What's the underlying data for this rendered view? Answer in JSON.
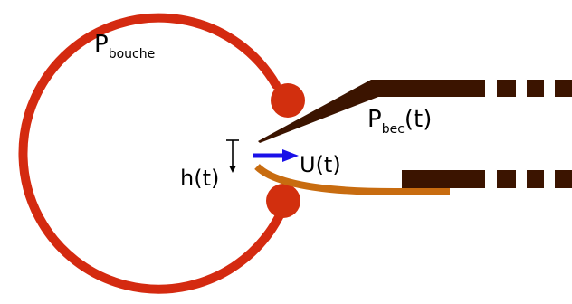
{
  "labels": {
    "p_bouche": {
      "main": "P",
      "sub": "bouche"
    },
    "p_bec": {
      "main": "P",
      "sub": "bec",
      "suffix": "(t)"
    },
    "h": "h(t)",
    "u": "U(t)"
  },
  "colors": {
    "mouth": "#d42a10",
    "lip": "#d22f0e",
    "mouthpiece": "#3b1400",
    "reed": "#c86c10",
    "flow_arrow": "#1a10e8",
    "text": "#000000",
    "background": "#ffffff"
  }
}
